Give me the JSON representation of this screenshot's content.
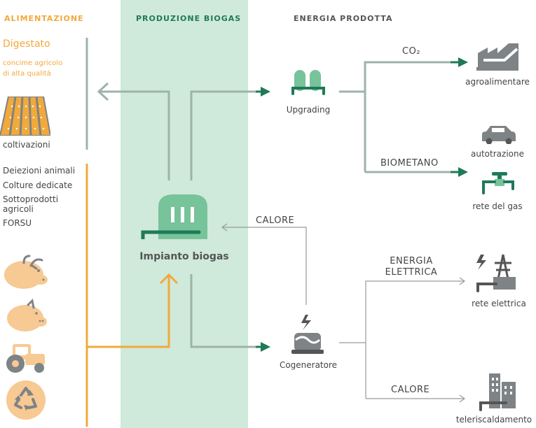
{
  "colors": {
    "orange": "#f2a93b",
    "green_bg": "#cfe9da",
    "green": "#77c39a",
    "dark_green": "#1f7a57",
    "grey": "#9db3a8",
    "icon_grey": "#7e8385",
    "line_grey": "#9a9a9a",
    "text": "#444444",
    "header_grey": "#555555"
  },
  "headers": {
    "feed": "ALIMENTAZIONE",
    "production": "PRODUZIONE BIOGAS",
    "energy": "ENERGIA PRODOTTA"
  },
  "feed": {
    "digestate_title": "Digestato",
    "digestate_desc_line1": "concime agricolo",
    "digestate_desc_line2": "di alta qualità",
    "crops_label": "coltivazioni",
    "inputs": [
      "Deiezioni animali",
      "Colture dedicate",
      "Sottoprodotti",
      "agricoli",
      "FORSU"
    ],
    "icons": [
      "field-icon",
      "cow-icon",
      "pig-icon",
      "tractor-icon",
      "recycle-icon"
    ]
  },
  "production": {
    "plant_label": "Impianto biogas",
    "plant_icon": "digester-icon"
  },
  "energy": {
    "upgrading_label": "Upgrading",
    "co2_label": "CO₂",
    "biomethane_label": "BIOMETANO",
    "agrofood_label": "agroalimentare",
    "automotive_label": "autotrazione",
    "gas_network_label": "rete del gas",
    "heat_return_label": "CALORE",
    "cogenerator_label": "Cogeneratore",
    "electric_line1": "ENERGIA",
    "electric_line2": "ELETTRICA",
    "heat_label": "CALORE",
    "grid_label": "rete elettrica",
    "district_heating_label": "teleriscaldamento"
  }
}
